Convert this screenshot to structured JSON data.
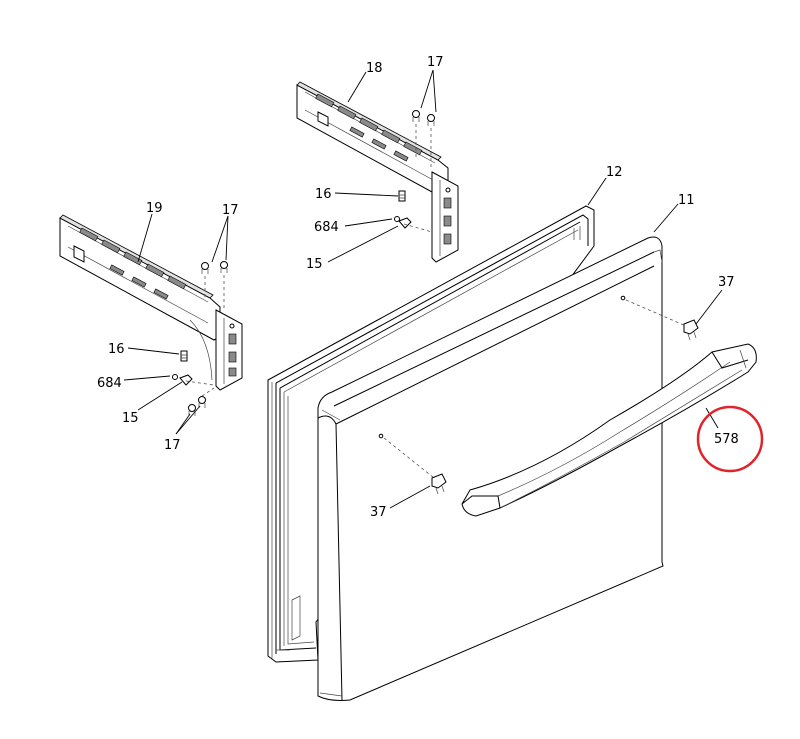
{
  "labels": {
    "l18": "18",
    "l17_top": "17",
    "l16_top": "16",
    "l684_top": "684",
    "l15_top": "15",
    "l12": "12",
    "l11": "11",
    "l19": "19",
    "l17_left": "17",
    "l16_left": "16",
    "l684_left": "684",
    "l15_left": "15",
    "l17_bottom": "17",
    "l37_right": "37",
    "l578": "578",
    "l37_left": "37"
  },
  "colors": {
    "highlight": "#e0242b"
  }
}
